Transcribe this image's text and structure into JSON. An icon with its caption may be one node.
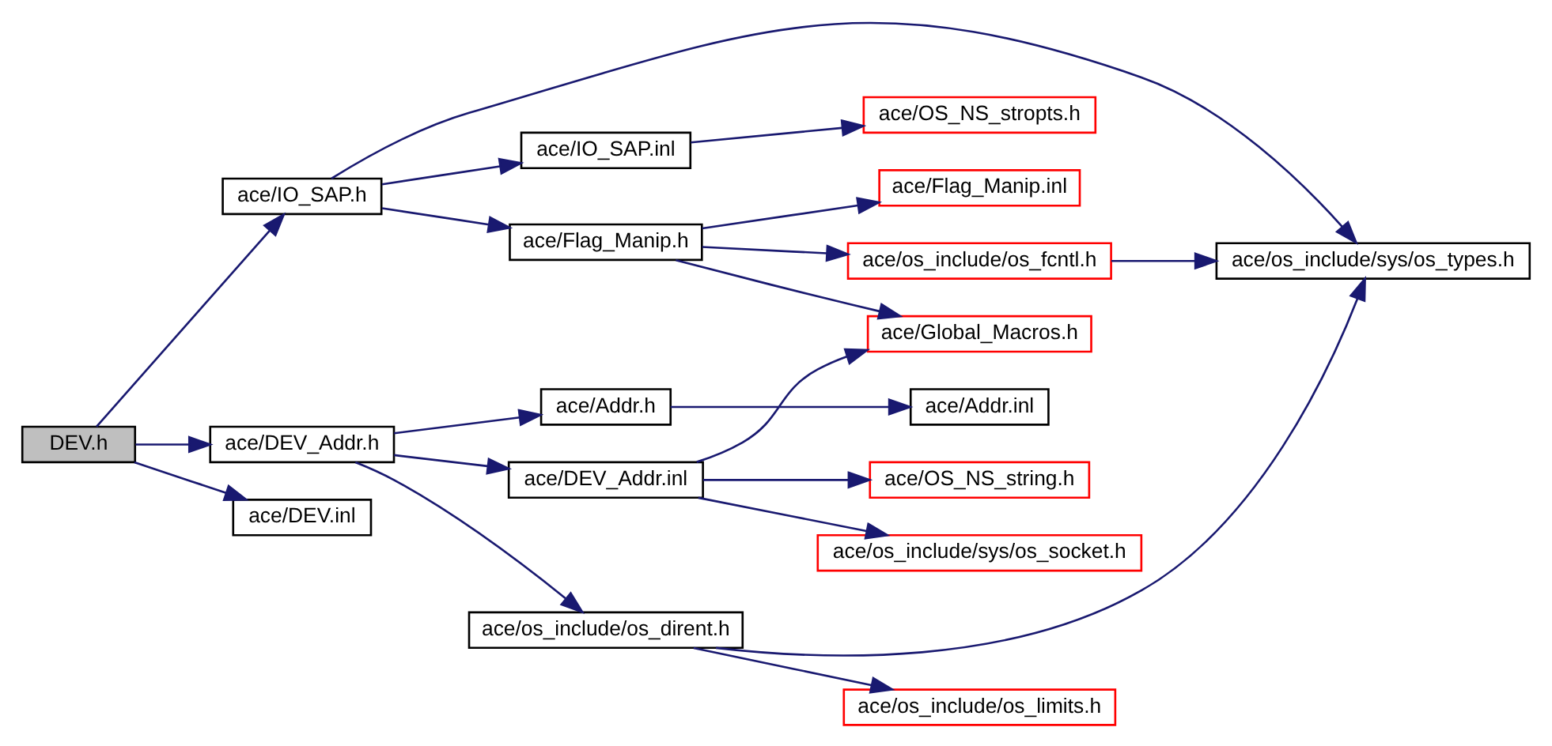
{
  "diagram": {
    "nodes": [
      {
        "text": [
          "DEV.h"
        ]
      },
      {
        "text": [
          "ace/DEV_Addr.h"
        ]
      },
      {
        "text": [
          "ace/IO_SAP.h"
        ]
      },
      {
        "text": [
          "ace/DEV.inl"
        ]
      },
      {
        "text": [
          "ace/DEV_Addr.inl"
        ]
      },
      {
        "text": [
          "ace/Addr.h"
        ]
      },
      {
        "text": [
          "ace/os_include/os_dirent.h"
        ]
      },
      {
        "text": [
          "ace/Flag_Manip.h"
        ]
      },
      {
        "text": [
          "ace/IO_SAP.inl"
        ]
      },
      {
        "text": [
          "ace/OS_NS_string.h"
        ]
      },
      {
        "text": [
          "ace/os_include/sys/os_socket.h"
        ]
      },
      {
        "text": [
          "ace/Addr.inl"
        ]
      },
      {
        "text": [
          "ace/os_include/os_limits.h"
        ]
      },
      {
        "text": [
          "ace/Global_Macros.h"
        ]
      },
      {
        "text": [
          "ace/os_include/os_fcntl.h"
        ]
      },
      {
        "text": [
          "ace/Flag_Manip.inl"
        ]
      },
      {
        "text": [
          "ace/OS_NS_stropts.h"
        ]
      },
      {
        "text": [
          "ace/os_include/sys/os_types.h"
        ]
      }
    ],
    "edges": [
      {
        "from": 0,
        "to": 1,
        "arrow": "to"
      },
      {
        "from": 0,
        "to": 2,
        "arrow": "to"
      },
      {
        "from": 0,
        "to": 3,
        "arrow": "to"
      },
      {
        "from": 1,
        "to": 4,
        "arrow": "to"
      },
      {
        "from": 1,
        "to": 5,
        "arrow": "to"
      },
      {
        "from": 1,
        "to": 6,
        "arrow": "to"
      },
      {
        "from": 4,
        "to": 9,
        "arrow": "to"
      },
      {
        "from": 4,
        "to": 10,
        "arrow": "to"
      },
      {
        "from": 4,
        "to": 13,
        "arrow": "to"
      },
      {
        "from": 5,
        "to": 11,
        "arrow": "to"
      },
      {
        "from": 6,
        "to": 12,
        "arrow": "to"
      },
      {
        "from": 6,
        "to": 17,
        "arrow": "to"
      },
      {
        "from": 2,
        "to": 7,
        "arrow": "to"
      },
      {
        "from": 2,
        "to": 17,
        "arrow": "to"
      },
      {
        "from": 2,
        "to": 8,
        "arrow": "to"
      },
      {
        "from": 7,
        "to": 13,
        "arrow": "to"
      },
      {
        "from": 7,
        "to": 14,
        "arrow": "to"
      },
      {
        "from": 7,
        "to": 15,
        "arrow": "to"
      },
      {
        "from": 14,
        "to": 17,
        "arrow": "to"
      },
      {
        "from": 8,
        "to": 16,
        "arrow": "to"
      }
    ]
  }
}
